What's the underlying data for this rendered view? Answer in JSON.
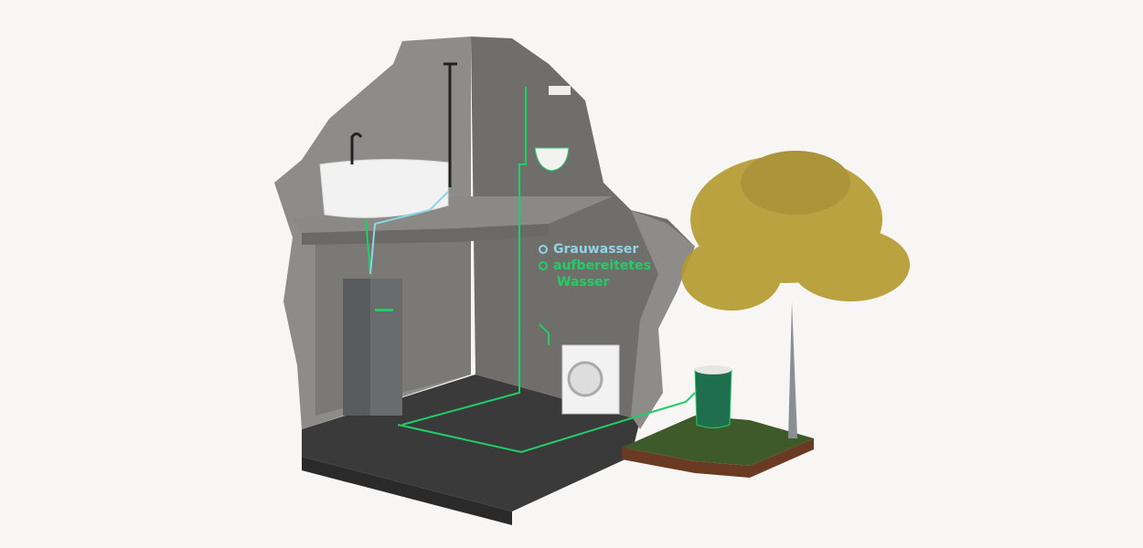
{
  "legend": {
    "items": [
      {
        "label": "Grauwasser",
        "color": "#8ed6e6"
      },
      {
        "label": "aufbereitetes",
        "color": "#22cc66"
      }
    ],
    "second_line": "Wasser"
  },
  "colors": {
    "background": "#f7f6f4",
    "wall": "#8d8c88",
    "wall_dark": "#6f6e6a",
    "floor": "#3a3a3b",
    "pipe_grey": "#8ed6e6",
    "pipe_treated": "#22cc66",
    "foliage": "#b59a2e"
  }
}
